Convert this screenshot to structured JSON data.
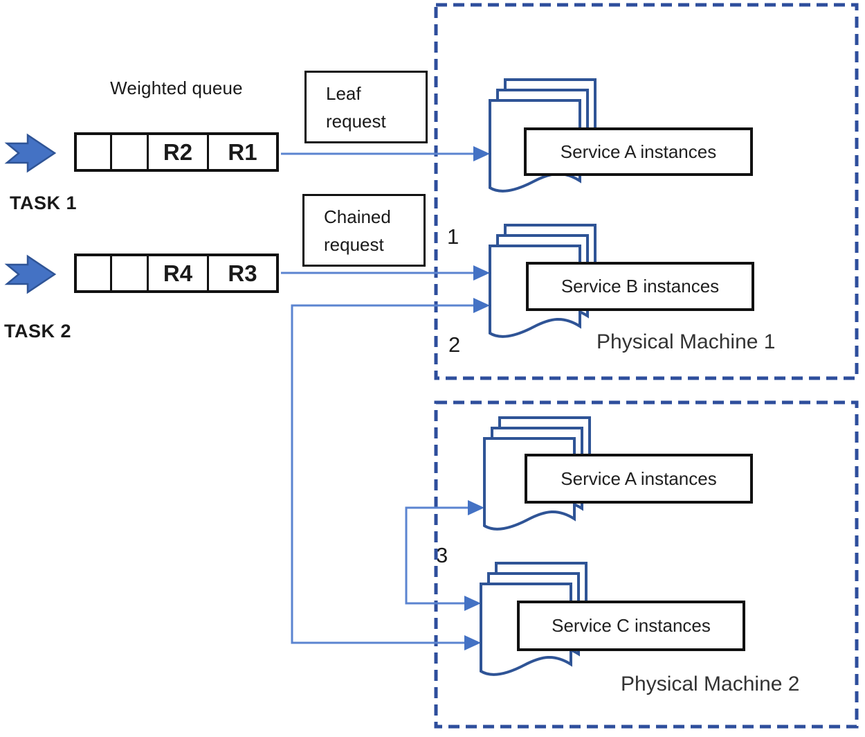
{
  "diagram": {
    "title_weighted_queue": "Weighted queue",
    "tasks": [
      {
        "label": "TASK 1",
        "cells": [
          "",
          "",
          "R2",
          "R1"
        ]
      },
      {
        "label": "TASK 2",
        "cells": [
          "",
          "",
          "R4",
          "R3"
        ]
      }
    ],
    "request_boxes": {
      "leaf": "Leaf request",
      "chained": "Chained request"
    },
    "steps": {
      "s1": "1",
      "s2": "2",
      "s3": "3"
    },
    "machines": [
      {
        "name": "Physical Machine 1",
        "services": [
          "Service A instances",
          "Service B instances"
        ]
      },
      {
        "name": "Physical Machine 2",
        "services": [
          "Service A instances",
          "Service C instances"
        ]
      }
    ],
    "colors": {
      "accent_blue": "#4472C4",
      "dark_blue": "#2F5496",
      "dash_border_blue": "#2E4E9C",
      "line_blue": "#5B84D0",
      "box_border_black": "#111111"
    }
  }
}
